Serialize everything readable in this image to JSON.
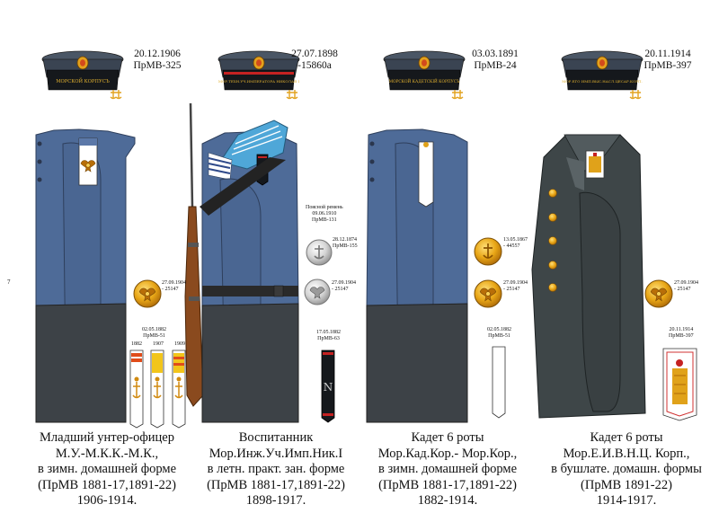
{
  "colors": {
    "tunic_blue": "#4e6b98",
    "tunic_dark": "#3b4f74",
    "trousers": "#3d4247",
    "bushlat": "#3e4648",
    "cap_top": "#3a4452",
    "cap_band": "#15181c",
    "gold": "#e0a21a",
    "silver": "#d8d8d8",
    "collar_light": "#4fa7d8"
  },
  "figures": [
    {
      "header_date": "20.12.1906",
      "header_order": "ПрМВ-325",
      "cap_ribbon": "МОРСКОЙ КОРПУСЪ",
      "button_date": "27.09.1904",
      "button_order": "- 25147",
      "shoulder_date": "02.05.1882",
      "shoulder_order": "ПрМВ-51",
      "stripe_years": [
        "1882",
        "1907",
        "1909"
      ],
      "caption": [
        "Младший унтер-офицер",
        "М.У.-М.К.К.-М.К.,",
        "в зимн. домашней форме",
        "(ПрМВ 1881-17,1891-22)",
        "1906-1914."
      ],
      "margin_mark": "7"
    },
    {
      "header_date": "27.07.1898",
      "header_order": "-15860а",
      "cap_ribbon": "МОР.ТЕХН.УЧ.ИМПЕРАТОРА НИКОЛАЯ I",
      "belt_note": [
        "Поясной ремень",
        "09.06.1910",
        "ПрМВ-131"
      ],
      "buckle_date": "28.12.1874",
      "buckle_order": "ПрМВ-155",
      "button_date": "27.09.1904",
      "button_order": "- 25147",
      "shoulder_date": "17.05.1882",
      "shoulder_order": "ПрМВ-63",
      "caption": [
        "Воспитанник",
        "Мор.Инж.Уч.Имп.Ник.I",
        "в летн. практ. зан. форме",
        "(ПрМВ 1881-17,1891-22)",
        "1898-1917."
      ]
    },
    {
      "header_date": "03.03.1891",
      "header_order": "ПрМВ-24",
      "cap_ribbon": "МОРСКОЙ КАДЕТСКІЙ КОРПУСЪ",
      "anchor_button_date": "13.05.1867",
      "anchor_button_order": "- 44557",
      "button_date": "27.09.1904",
      "button_order": "- 25147",
      "shoulder_date": "02.05.1882",
      "shoulder_order": "ПрМВ-51",
      "caption": [
        "Кадет 6 роты",
        "Мор.Кад.Кор.- Мор.Кор.,",
        "в зимн. домашней форме",
        "(ПрМВ 1881-17,1891-22)",
        "1882-1914."
      ]
    },
    {
      "header_date": "20.11.1914",
      "header_order": "ПрМВ-397",
      "cap_ribbon": "МОР.ЕГО ИМП.ВЫС.НАСЛ.ЦЕСАР.КОРП.",
      "button_date": "27.09.1904",
      "button_order": "- 25147",
      "shoulder_date": "20.11.1914",
      "shoulder_order": "ПрМВ-397",
      "caption": [
        "Кадет 6 роты",
        "Мор.Е.И.В.Н.Ц. Корп.,",
        "в бушлате. домашн. формы",
        "(ПрМВ 1891-22)",
        "1914-1917."
      ]
    }
  ]
}
